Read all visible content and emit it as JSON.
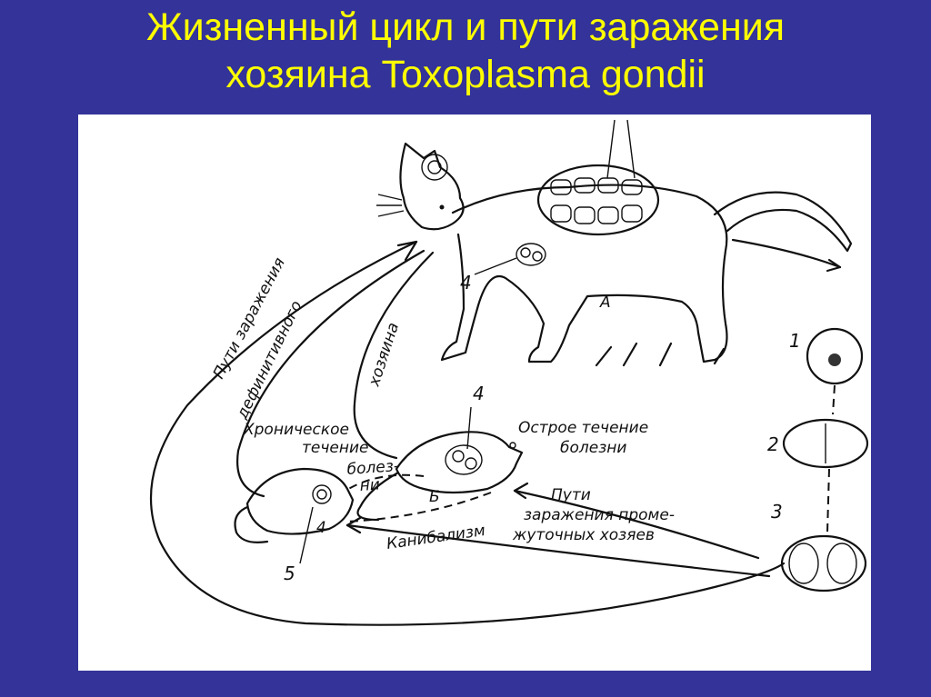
{
  "slide": {
    "title_line1": "Жизненный цикл и пути заражения",
    "title_line2": "хозяина Toxoplasma gondii"
  },
  "colors": {
    "background": "#333399",
    "title": "#FFFF00",
    "figure_bg": "#FFFFFF",
    "ink": "#111111"
  },
  "diagram": {
    "label_A": "А",
    "label_B": "Б",
    "num_1": "1",
    "num_2": "2",
    "num_3": "3",
    "num_4_cat": "4",
    "num_4_mouse": "4",
    "num_4_small": "4",
    "num_5": "5",
    "paths_line1": "Пути заражения",
    "paths_line2": "дефинитивного",
    "paths_line3": "хозяина",
    "chronic_line1": "Хроническое",
    "chronic_line2": "течение",
    "acute_line1": "Острое течение",
    "acute_line2": "болезни",
    "disease_line1": "болез-",
    "disease_line2": "ни",
    "cannibalism": "Канибализм",
    "inter_line1": "Пути",
    "inter_line2": "заражения проме-",
    "inter_line3": "жуточных хозяев"
  }
}
